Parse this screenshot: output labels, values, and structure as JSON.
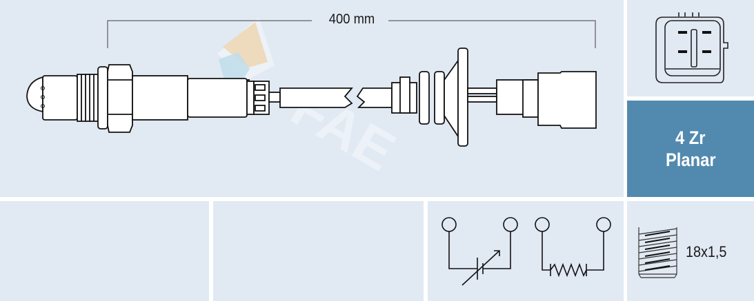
{
  "product_diagram": {
    "cable_length_label": "400 mm",
    "watermark": "FAE",
    "component": "lambda-sensor"
  },
  "connector": {
    "icon": "4-pin-connector-icon",
    "pins": 4
  },
  "sensor_tech": {
    "line1": "4 Zr",
    "line2": "Planar",
    "background_color": "#528aaf",
    "text_color": "#ffffff"
  },
  "circuit": {
    "symbols": [
      "variable-capacitor-icon",
      "heater-resistor-icon"
    ]
  },
  "thread": {
    "icon": "thread-icon",
    "label": "18x1,5"
  },
  "colors": {
    "panel_bg": "#e1e9f3",
    "accent_blue": "#528aaf",
    "line": "#1a1a1a",
    "dimension_line": "#777777",
    "logo_orange": "#f0d3ad",
    "logo_blue": "#bcdcea"
  }
}
